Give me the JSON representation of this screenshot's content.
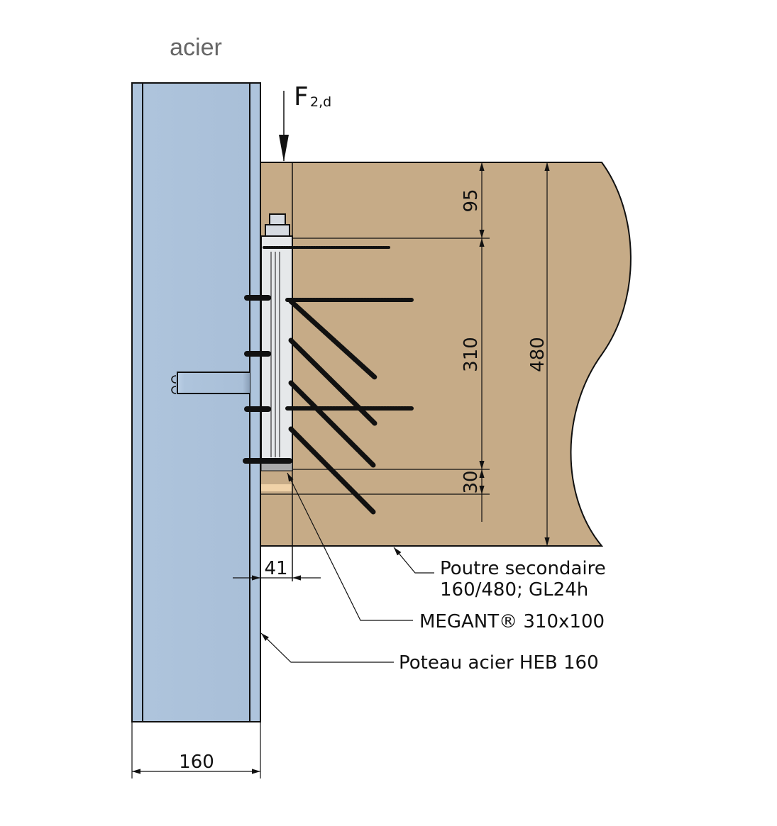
{
  "title": "acier",
  "force": {
    "symbol": "F",
    "subscript": "2,d"
  },
  "dimensions": {
    "top_offset": "95",
    "connector_length": "310",
    "bottom_offset": "30",
    "beam_height": "480",
    "eccentricity": "41",
    "column_width": "160"
  },
  "labels": {
    "beam_line1": "Poutre secondaire",
    "beam_line2": "160/480; GL24h",
    "connector": "MEGANT® 310x100",
    "column": "Poteau acier HEB 160"
  },
  "colors": {
    "steel": "#aec4dc",
    "wood": "#c6ab87",
    "connector": "#e6e8ea"
  }
}
